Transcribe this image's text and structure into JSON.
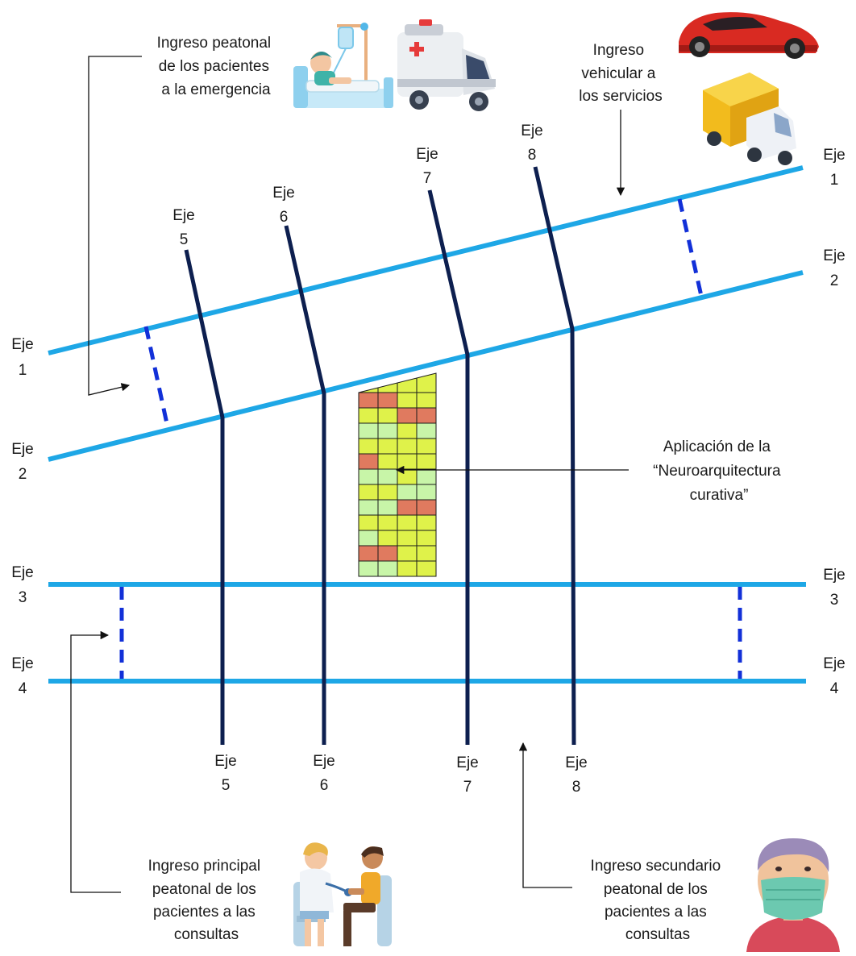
{
  "axis_labels": {
    "eje1_left": [
      "Eje",
      "1"
    ],
    "eje2_left": [
      "Eje",
      "2"
    ],
    "eje3_left": [
      "Eje",
      "3"
    ],
    "eje4_left": [
      "Eje",
      "4"
    ],
    "eje1_right": [
      "Eje",
      "1"
    ],
    "eje2_right": [
      "Eje",
      "2"
    ],
    "eje3_right": [
      "Eje",
      "3"
    ],
    "eje4_right": [
      "Eje",
      "4"
    ],
    "eje5_top": [
      "Eje",
      "5"
    ],
    "eje6_top": [
      "Eje",
      "6"
    ],
    "eje7_top": [
      "Eje",
      "7"
    ],
    "eje8_top": [
      "Eje",
      "8"
    ],
    "eje5_bottom": [
      "Eje",
      "5"
    ],
    "eje6_bottom": [
      "Eje",
      "6"
    ],
    "eje7_bottom": [
      "Eje",
      "7"
    ],
    "eje8_bottom": [
      "Eje",
      "8"
    ]
  },
  "annotations": {
    "emergency_entry": [
      "Ingreso peatonal",
      "de los pacientes",
      "a la emergencia"
    ],
    "vehicle_entry": [
      "Ingreso",
      "vehicular a",
      "los servicios"
    ],
    "neuro": [
      "Aplicación de la",
      "“Neuroarquitectura",
      "curativa”"
    ],
    "main_entry": [
      "Ingreso principal",
      "peatonal de los",
      "pacientes a las",
      "consultas"
    ],
    "secondary_entry": [
      "Ingreso secundario",
      "peatonal de los",
      "pacientes a las",
      "consultas"
    ]
  },
  "grid_pattern": [
    [
      "o",
      "o",
      "y",
      "y"
    ],
    [
      "y",
      "y",
      "o",
      "o"
    ],
    [
      "g",
      "g",
      "y",
      "g"
    ],
    [
      "y",
      "y",
      "y",
      "y"
    ],
    [
      "o",
      "y",
      "y",
      "y"
    ],
    [
      "g",
      "g",
      "y",
      "g"
    ],
    [
      "y",
      "y",
      "g",
      "g"
    ],
    [
      "g",
      "g",
      "o",
      "o"
    ],
    [
      "y",
      "y",
      "y",
      "y"
    ],
    [
      "g",
      "y",
      "y",
      "y"
    ],
    [
      "o",
      "o",
      "y",
      "y"
    ],
    [
      "g",
      "g",
      "y",
      "y"
    ]
  ],
  "colors": {
    "light_axis": "#1ea7e6",
    "dark_axis": "#0d1f4f",
    "entry_dash": "#1230d8",
    "grid_orange": "#e07a5f",
    "grid_yellow": "#dff24a",
    "grid_green": "#c8f5a8"
  },
  "icons": {
    "patient_bed": "patient-bed-icon",
    "ambulance": "ambulance-icon",
    "car": "car-icon",
    "truck": "truck-icon",
    "doctor_patient": "doctor-patient-icon",
    "masked_person": "masked-person-icon"
  }
}
